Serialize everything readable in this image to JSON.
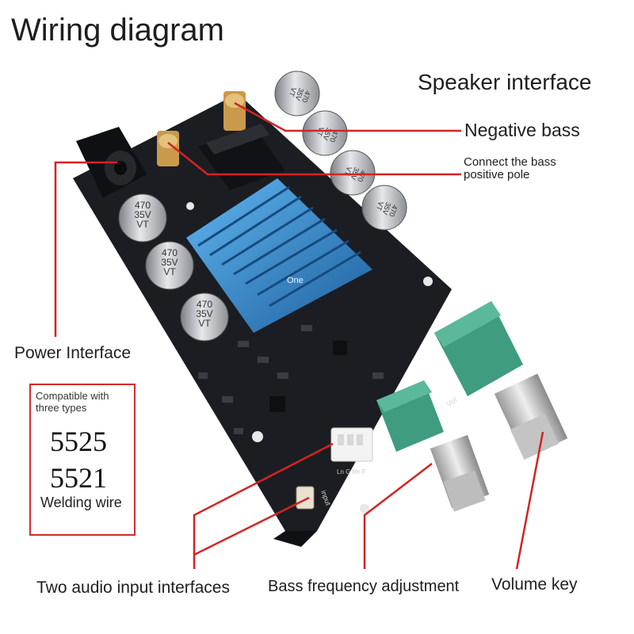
{
  "title": "Wiring diagram",
  "labels": {
    "speaker_interface": "Speaker interface",
    "negative_bass": "Negative bass",
    "positive_bass": [
      "Connect the bass",
      "positive pole"
    ],
    "power_interface": "Power Interface",
    "two_audio": "Two audio input interfaces",
    "bass_freq": "Bass frequency adjustment",
    "volume_key": "Volume key"
  },
  "compat_box": {
    "note": [
      "Compatible with",
      "three types"
    ],
    "types": [
      "5525",
      "5521"
    ],
    "weld": "Welding wire"
  },
  "board": {
    "capacitor_text": [
      "470",
      "35V",
      "VT"
    ],
    "heatsink_text": "One",
    "input_silk": "input",
    "pin_silk": "Ln  G  Rn  F",
    "vol_silk": "Vol"
  },
  "colors": {
    "leader": "#d42323",
    "board": "#1b1d22",
    "heatsink": "#2f8fd6",
    "pot": "#3f9c80"
  }
}
